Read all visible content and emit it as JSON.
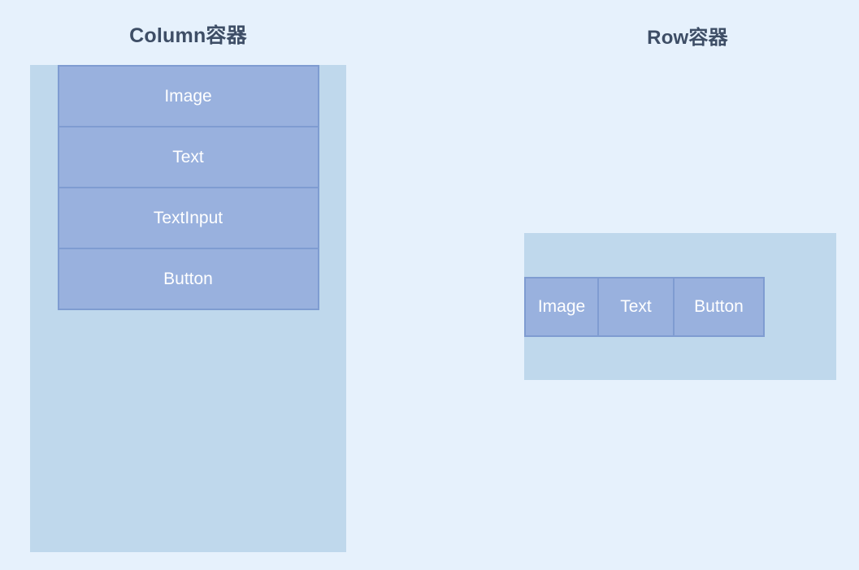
{
  "colors": {
    "bg": "#e6f1fc",
    "container-fill": "#bfd8ec",
    "box-fill": "#99b1de",
    "box-border": "#7f9cd1",
    "title-color": "#3e4e66",
    "label-color": "#ffffff"
  },
  "column_section": {
    "title": "Column容器",
    "items": [
      {
        "label": "Image"
      },
      {
        "label": "Text"
      },
      {
        "label": "TextInput"
      },
      {
        "label": "Button"
      }
    ]
  },
  "row_section": {
    "title": "Row容器",
    "items": [
      {
        "label": "Image"
      },
      {
        "label": "Text"
      },
      {
        "label": "Button"
      }
    ]
  }
}
